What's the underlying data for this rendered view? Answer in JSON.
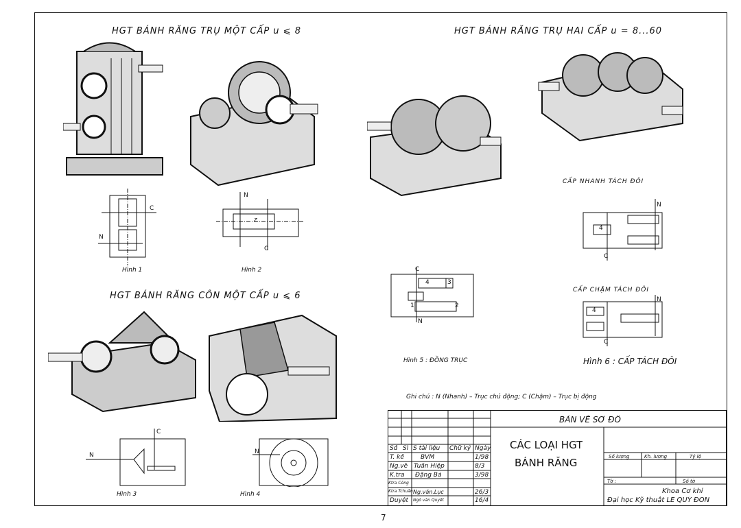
{
  "headings": {
    "spur_single": "HGT BÁNH RĂNG TRỤ MỘT CẤP u ⩽ 8",
    "spur_double": "HGT BÁNH RĂNG TRỤ HAI CẤP u = 8...60",
    "bevel_single": "HGT BÁNH RĂNG CÔN MỘT CẤP u ⩽ 6",
    "fast_split": "CẤP NHANH TÁCH ĐÔI",
    "slow_split": "CẤP CHẬM TÁCH ĐÔI"
  },
  "figures": {
    "fig1": "Hình 1",
    "fig2": "Hình 2",
    "fig3": "Hình 3",
    "fig4": "Hình 4",
    "fig5": "Hình 5 : ĐỒNG TRỤC",
    "fig6": "Hình 6 : CẤP TÁCH ĐÔI"
  },
  "schematic_labels": {
    "N": "N",
    "C": "C",
    "z": "z",
    "g1": "1",
    "g2": "2",
    "g3": "3",
    "g4": "4"
  },
  "note": "Ghi chú : N (Nhanh) – Trục chủ động; C (Chậm) – Trục bị động",
  "title_block": {
    "drawing_type": "BẢN VẼ SƠ ĐỒ",
    "title_line1": "CÁC LOẠI HGT",
    "title_line2": "BÁNH RĂNG",
    "header": [
      "Sđ",
      "Sl",
      "S tài liệu",
      "Chữ ký",
      "Ngày"
    ],
    "rows": [
      [
        "T. kế",
        "BVM",
        "",
        "1/98"
      ],
      [
        "Ng.vẽ",
        "Tuấn Hiệp",
        "",
        "8/3"
      ],
      [
        "K.tra",
        "Đặng Bá",
        "",
        "3/98"
      ],
      [
        "Ktra Công",
        "",
        "",
        ""
      ],
      [
        "Ktra Tchuẩn",
        "Ng.văn.Lục",
        "",
        "26/3"
      ],
      [
        "Duyệt",
        "Ngô văn Quyết",
        "",
        "16/4"
      ]
    ],
    "qty_labels": [
      "Số lượng",
      "Kh. lượng",
      "Tỷ lệ"
    ],
    "sheet_label": "Tờ :",
    "sheets_label": "Số tờ",
    "faculty": "Khoa Cơ khí",
    "school": "Đại học Kỹ thuật LÊ QUÝ ĐÔN"
  },
  "page_number": "7"
}
